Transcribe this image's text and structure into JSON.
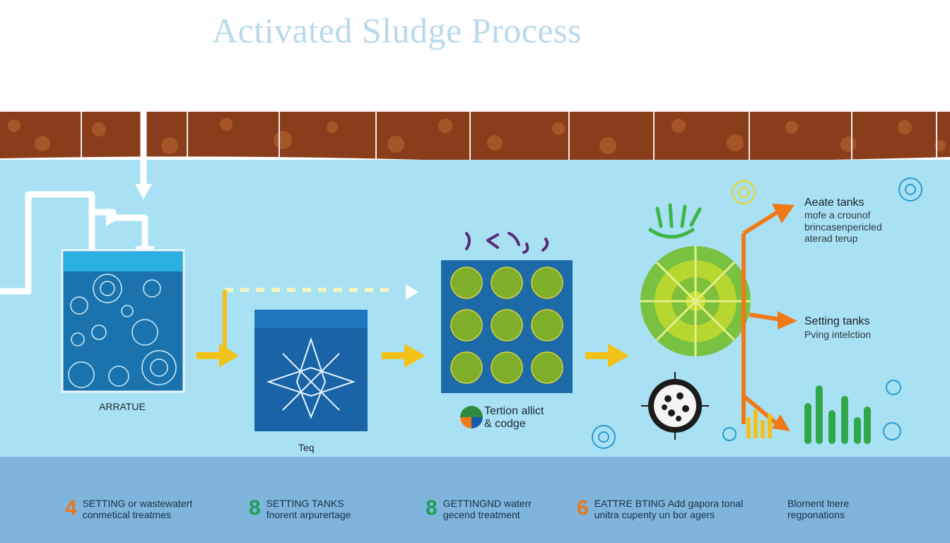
{
  "title": "Activated Sludge Process",
  "labels": {
    "tank1": "ARRATUE",
    "tank2": "Teq",
    "tank3_line1": "Tertion allict",
    "tank3_line2": "& codge"
  },
  "outputs": [
    {
      "title": "Aeate tanks",
      "lines": [
        "mofe a crounof",
        "brincasenpericled",
        "aterad terup"
      ]
    },
    {
      "title": "Setting tanks",
      "lines": [
        "Pving intelction"
      ]
    }
  ],
  "steps": [
    {
      "num": "4",
      "color": "#e8781c",
      "line1": "SETTING or wastewatert",
      "line2": "conmetical treatmes"
    },
    {
      "num": "8",
      "color": "#1d9e57",
      "line1": "SETTING TANKS",
      "line2": "fnorent arpurertage"
    },
    {
      "num": "8",
      "color": "#1d9e57",
      "line1": "GETTINGND waterr",
      "line2": "gecend treatment"
    },
    {
      "num": "6",
      "color": "#e8781c",
      "line1": "EATTRE BTING Add gapora tonal",
      "line2": "unitra cupenty un bor agers"
    },
    {
      "num": "",
      "color": "",
      "line1": "Blornent lnere",
      "line2": "regponations"
    }
  ],
  "icons": [
    "arrow-right-icon",
    "arrow-down-icon",
    "microorganism-icon",
    "bacteria-icon",
    "plant-icon",
    "leaf-icon"
  ],
  "colors": {
    "water": "#a8e1f3",
    "tank": "#1e73b0",
    "arrow_yellow": "#f2c21a",
    "arrow_orange": "#f07a1a",
    "soil": "#8b3e1a"
  }
}
